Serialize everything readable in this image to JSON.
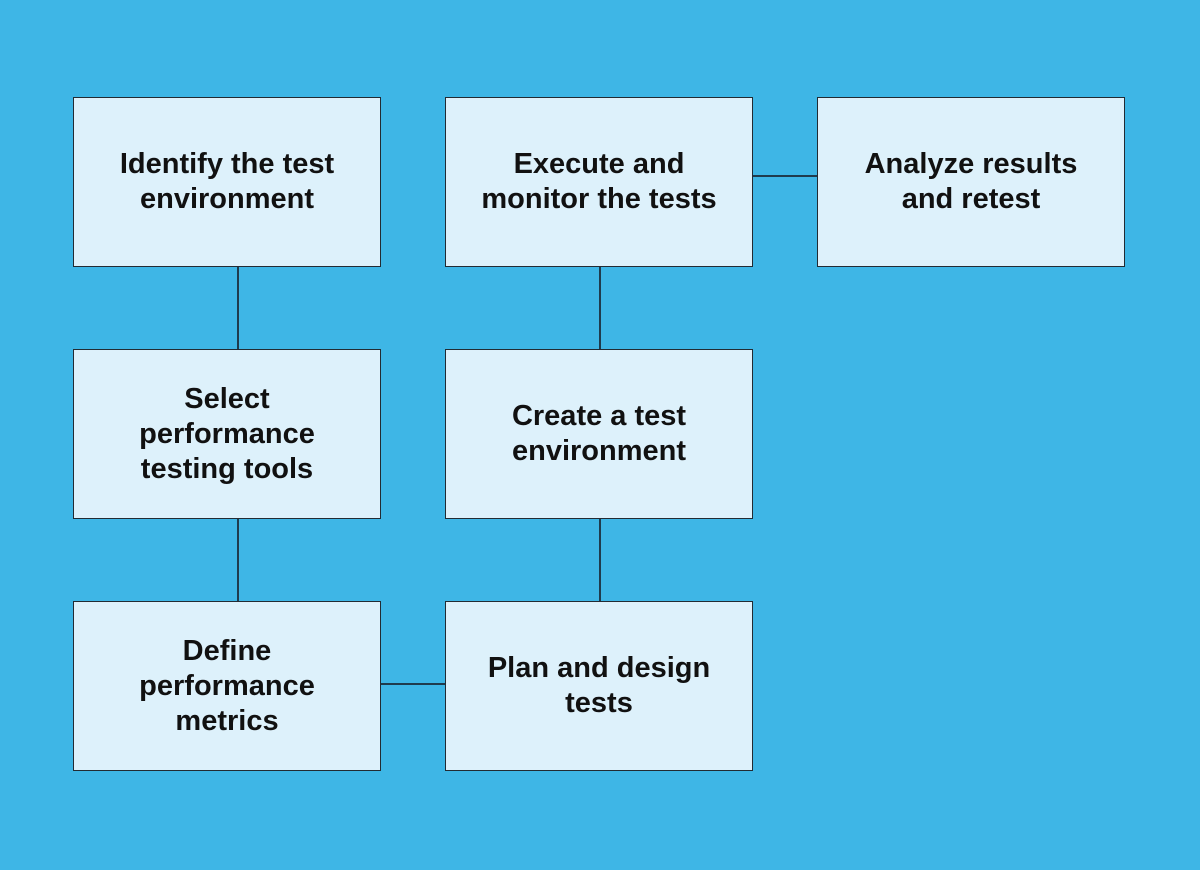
{
  "colors": {
    "background": "#3EB6E6",
    "box_fill": "#DDF1FB",
    "box_border": "#222B33",
    "connector": "#1F3B4D",
    "text": "#111111"
  },
  "flow": {
    "steps": [
      {
        "label": "Identify the test environment"
      },
      {
        "label": "Select performance testing tools"
      },
      {
        "label": "Define performance metrics"
      },
      {
        "label": "Plan and design tests"
      },
      {
        "label": "Create a test environment"
      },
      {
        "label": "Execute and monitor the tests"
      },
      {
        "label": "Analyze results and retest"
      }
    ]
  }
}
